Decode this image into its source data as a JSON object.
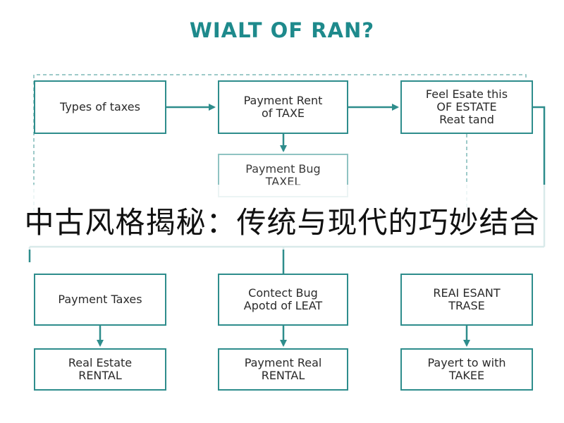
{
  "title": "WIALT OF RAN?",
  "boxes": {
    "types_of_taxes": {
      "line1": "Types of taxes"
    },
    "payment_rent": {
      "line1": "Payment Rent",
      "line2": "of TAXE"
    },
    "feel_esate": {
      "line1": "Feel Esate this",
      "line2": "OF ESTATE",
      "line3": "Reat tand"
    },
    "payment_bug": {
      "line1": "Payment Bug",
      "line2": "TAXEL"
    },
    "payment_taxes": {
      "line1": "Payment Taxes"
    },
    "contect_bug": {
      "line1": "Contect Bug",
      "line2": "Apotd of LEAT"
    },
    "real_esant": {
      "line1": "REAI ESANT",
      "line2": "TRASE"
    },
    "real_estate_rental": {
      "line1": "Real Estate",
      "line2": "RENTAL"
    },
    "payment_real_rental": {
      "line1": "Payment Real",
      "line2": "RENTAL"
    },
    "payert_to_with": {
      "line1": "Payert to with",
      "line2": "TAKEE"
    }
  },
  "overlay_caption": "中古风格揭秘：传统与现代的巧妙结合",
  "colors": {
    "accent": "#2e8d8c",
    "title": "#1e8a8c",
    "dashed": "#7fb8b7"
  }
}
